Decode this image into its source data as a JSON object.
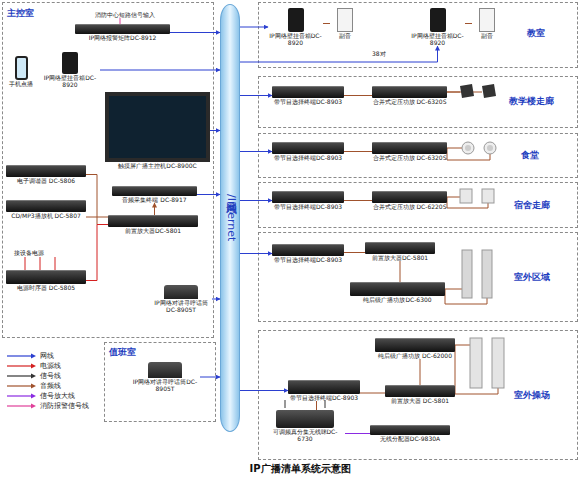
{
  "diagram": {
    "title": "IP广播清单系统示意图",
    "nodes": [
      {
        "text": [
          "主控室"
        ]
      },
      {
        "text": [
          "IP网络报警矩阵DC-8912"
        ],
        "in": 0
      },
      {
        "text": [
          "IP网络壁挂音箱DC-8920"
        ],
        "in": 0
      },
      {
        "text": [
          "手机点播"
        ],
        "in": 0
      },
      {
        "text": [
          "触摸屏广播主控机DC-8900C"
        ],
        "in": 0
      },
      {
        "text": [
          "电子调谐器 DC-5806"
        ],
        "in": 0
      },
      {
        "text": [
          "音频采集终端 DC-8917"
        ],
        "in": 0
      },
      {
        "text": [
          "CD/MP3播放机 DC-5807"
        ],
        "in": 0
      },
      {
        "text": [
          "前置放大器DC-5801"
        ],
        "in": 0
      },
      {
        "text": [
          "电源时序器 DC-5805"
        ],
        "in": 0
      },
      {
        "text": [
          "IP网络对讲寻呼话筒DC-8905T"
        ],
        "in": 0
      },
      {
        "text": [
          "局域网/Internet"
        ]
      },
      {
        "text": [
          "值班室"
        ]
      },
      {
        "text": [
          "IP网络对讲寻呼话筒DC-8905T"
        ],
        "in": 12
      },
      {
        "text": [
          "教室"
        ]
      },
      {
        "text": [
          "IP网络壁挂音箱DC-8920"
        ],
        "in": 14
      },
      {
        "text": [
          "副音"
        ],
        "in": 14
      },
      {
        "text": [
          "IP网络壁挂音箱DC-8920"
        ],
        "in": 14
      },
      {
        "text": [
          "副音"
        ],
        "in": 14
      },
      {
        "text": [
          "教学楼走廊"
        ]
      },
      {
        "text": [
          "带节目选择终端DC-8903"
        ],
        "in": 19
      },
      {
        "text": [
          "合并式定压功放 DC-6320S"
        ],
        "in": 19
      },
      {
        "text": [
          "食堂"
        ]
      },
      {
        "text": [
          "带节目选择终端DC-8903"
        ],
        "in": 22
      },
      {
        "text": [
          "合并式定压功放 DC-6320S"
        ],
        "in": 22
      },
      {
        "text": [
          "宿舍走廊"
        ]
      },
      {
        "text": [
          "带节目选择终端DC-8903"
        ],
        "in": 25
      },
      {
        "text": [
          "合并式定压功放 DC-6220S"
        ],
        "in": 25
      },
      {
        "text": [
          "室外区域"
        ]
      },
      {
        "text": [
          "带节目选择终端DC-8903"
        ],
        "in": 28
      },
      {
        "text": [
          "前置放大器DC-5801"
        ],
        "in": 28
      },
      {
        "text": [
          "纯后级广播功放DC-6300"
        ],
        "in": 28
      },
      {
        "text": [
          "室外操场"
        ]
      },
      {
        "text": [
          "纯后级广播功放 DC-62000"
        ],
        "in": 32
      },
      {
        "text": [
          "带节目选择终端DC-8903"
        ],
        "in": 32
      },
      {
        "text": [
          "前置放大器 DC-5801"
        ],
        "in": 32
      },
      {
        "text": [
          "可调频真分集无线咪DC-6730"
        ],
        "in": 32
      },
      {
        "text": [
          "无线分配器DC-9830A"
        ],
        "in": 32
      }
    ],
    "edges": [
      {
        "from": 1,
        "to": 11,
        "arrow": "to"
      },
      {
        "from": 2,
        "to": 11,
        "arrow": "to"
      },
      {
        "from": 4,
        "to": 11,
        "arrow": "to"
      },
      {
        "from": 6,
        "to": 11,
        "arrow": "to"
      },
      {
        "from": 10,
        "to": 11,
        "arrow": "to"
      },
      {
        "from": 13,
        "to": 11,
        "arrow": "to"
      },
      {
        "from": 5,
        "to": 8,
        "arrow": "none"
      },
      {
        "from": 7,
        "to": 8,
        "arrow": "none"
      },
      {
        "from": 8,
        "to": 6,
        "arrow": "to"
      },
      {
        "from": 9,
        "to": 8,
        "arrow": "none"
      },
      {
        "from": 11,
        "to": 15,
        "arrow": "to"
      },
      {
        "from": 15,
        "to": 16,
        "arrow": "none"
      },
      {
        "from": 11,
        "to": 17,
        "arrow": "to"
      },
      {
        "from": 17,
        "to": 18,
        "arrow": "none"
      },
      {
        "from": 11,
        "to": 20,
        "arrow": "to"
      },
      {
        "from": 20,
        "to": 21,
        "arrow": "none"
      },
      {
        "from": 11,
        "to": 23,
        "arrow": "to"
      },
      {
        "from": 23,
        "to": 24,
        "arrow": "none"
      },
      {
        "from": 11,
        "to": 26,
        "arrow": "to"
      },
      {
        "from": 26,
        "to": 27,
        "arrow": "none"
      },
      {
        "from": 11,
        "to": 29,
        "arrow": "to"
      },
      {
        "from": 29,
        "to": 30,
        "arrow": "none"
      },
      {
        "from": 30,
        "to": 31,
        "arrow": "none"
      },
      {
        "from": 11,
        "to": 34,
        "arrow": "to"
      },
      {
        "from": 34,
        "to": 35,
        "arrow": "none"
      },
      {
        "from": 35,
        "to": 33,
        "arrow": "none"
      },
      {
        "from": 36,
        "to": 34,
        "arrow": "none"
      },
      {
        "from": 37,
        "to": 36,
        "arrow": "none"
      }
    ],
    "labels": [
      "消防中心短路信号输入",
      "38对",
      "接设备电源"
    ],
    "legend": [
      {
        "text": "网线",
        "color": "#2b3fd0"
      },
      {
        "text": "电源线",
        "color": "#d42020"
      },
      {
        "text": "信号线",
        "color": "#333333"
      },
      {
        "text": "音频线",
        "color": "#a0522d"
      },
      {
        "text": "信号放大线",
        "color": "#8a2be2"
      },
      {
        "text": "消防报警信号线",
        "color": "#e0409a"
      }
    ]
  }
}
